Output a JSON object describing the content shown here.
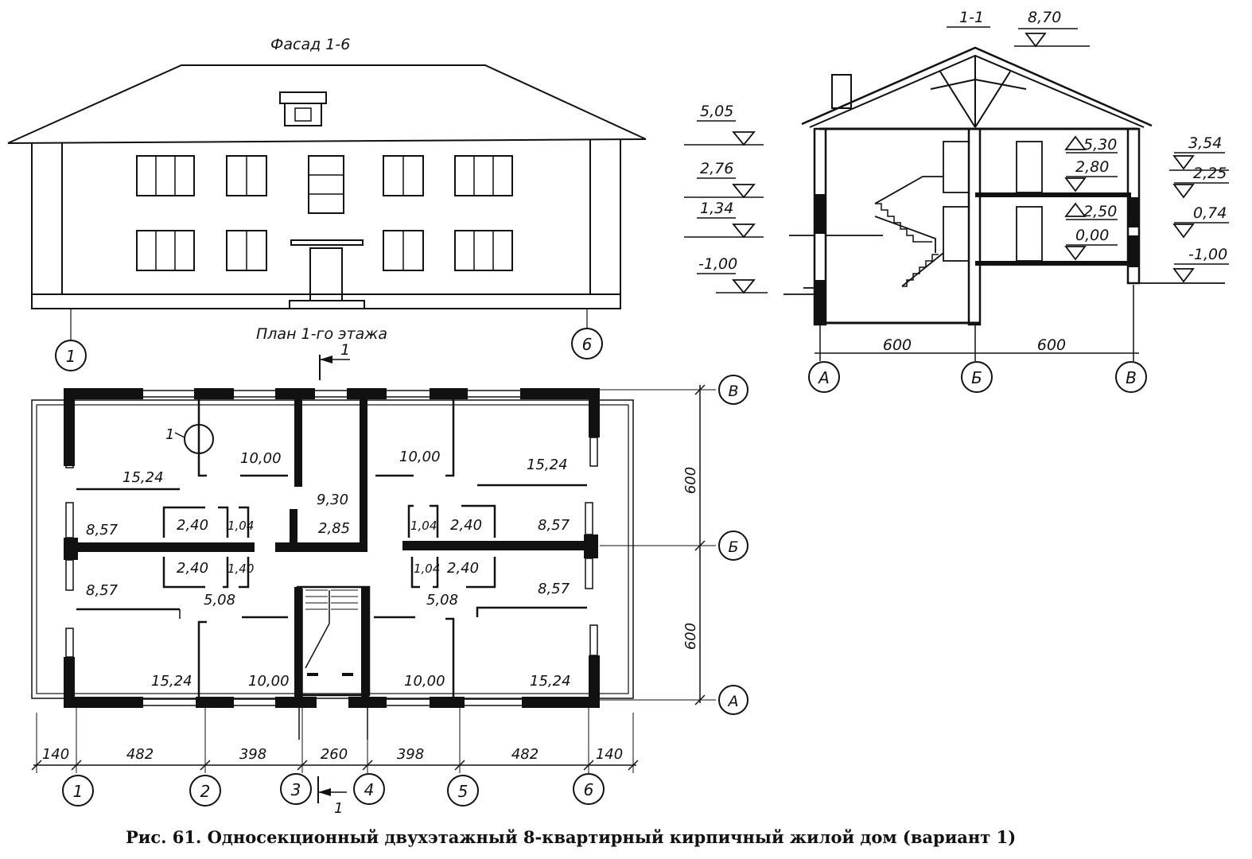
{
  "facade": {
    "title": "Фасад 1-6",
    "axis_left": "1",
    "axis_right": "6"
  },
  "elevation_marks": [
    "5,05",
    "2,76",
    "1,34",
    "-1,00"
  ],
  "section": {
    "title": "1-1",
    "ridge_mark": "8,70",
    "inner_marks": [
      "5,30",
      "2,80",
      "2,50",
      "0,00"
    ],
    "outer_marks": [
      "3,54",
      "2,25",
      "0,74",
      "-1,00"
    ],
    "spans": [
      "600",
      "600"
    ],
    "axes": [
      "А",
      "Б",
      "В"
    ]
  },
  "plan": {
    "title": "План 1-го этажа",
    "cut_label": "1",
    "section_marker": "1",
    "area_labels": {
      "top_left_big": "15,24",
      "top_left_room": "10,00",
      "top_right_room": "10,00",
      "top_right_big": "15,24",
      "hall": "9,30",
      "kitchen_tl": "2,40",
      "bath_tl": "1,04",
      "kitchen_tr": "2,40",
      "bath_tr": "1,04",
      "left_mid_top": "8,57",
      "right_mid_top": "8,57",
      "hall_small": "2,85",
      "kitchen_bl": "2,40",
      "bath_bl": "1,40",
      "kitchen_br": "2,40",
      "bath_br": "1,04",
      "left_mid_bot": "8,57",
      "right_mid_bot": "8,57",
      "corr_l": "5,08",
      "corr_r": "5,08",
      "bot_left_big": "15,24",
      "bot_left_room": "10,00",
      "bot_right_room": "10,00",
      "bot_right_big": "15,24"
    },
    "dims_bottom": [
      "140",
      "482",
      "398",
      "260",
      "398",
      "482",
      "140"
    ],
    "dims_side": [
      "600",
      "600"
    ],
    "axes_bottom": [
      "1",
      "2",
      "3",
      "4",
      "5",
      "6"
    ],
    "axes_side": [
      "В",
      "Б",
      "А"
    ]
  },
  "caption": "Рис. 61. Односекционный двухэтажный 8-квартирный кирпичный жилой дом (вариант 1)"
}
